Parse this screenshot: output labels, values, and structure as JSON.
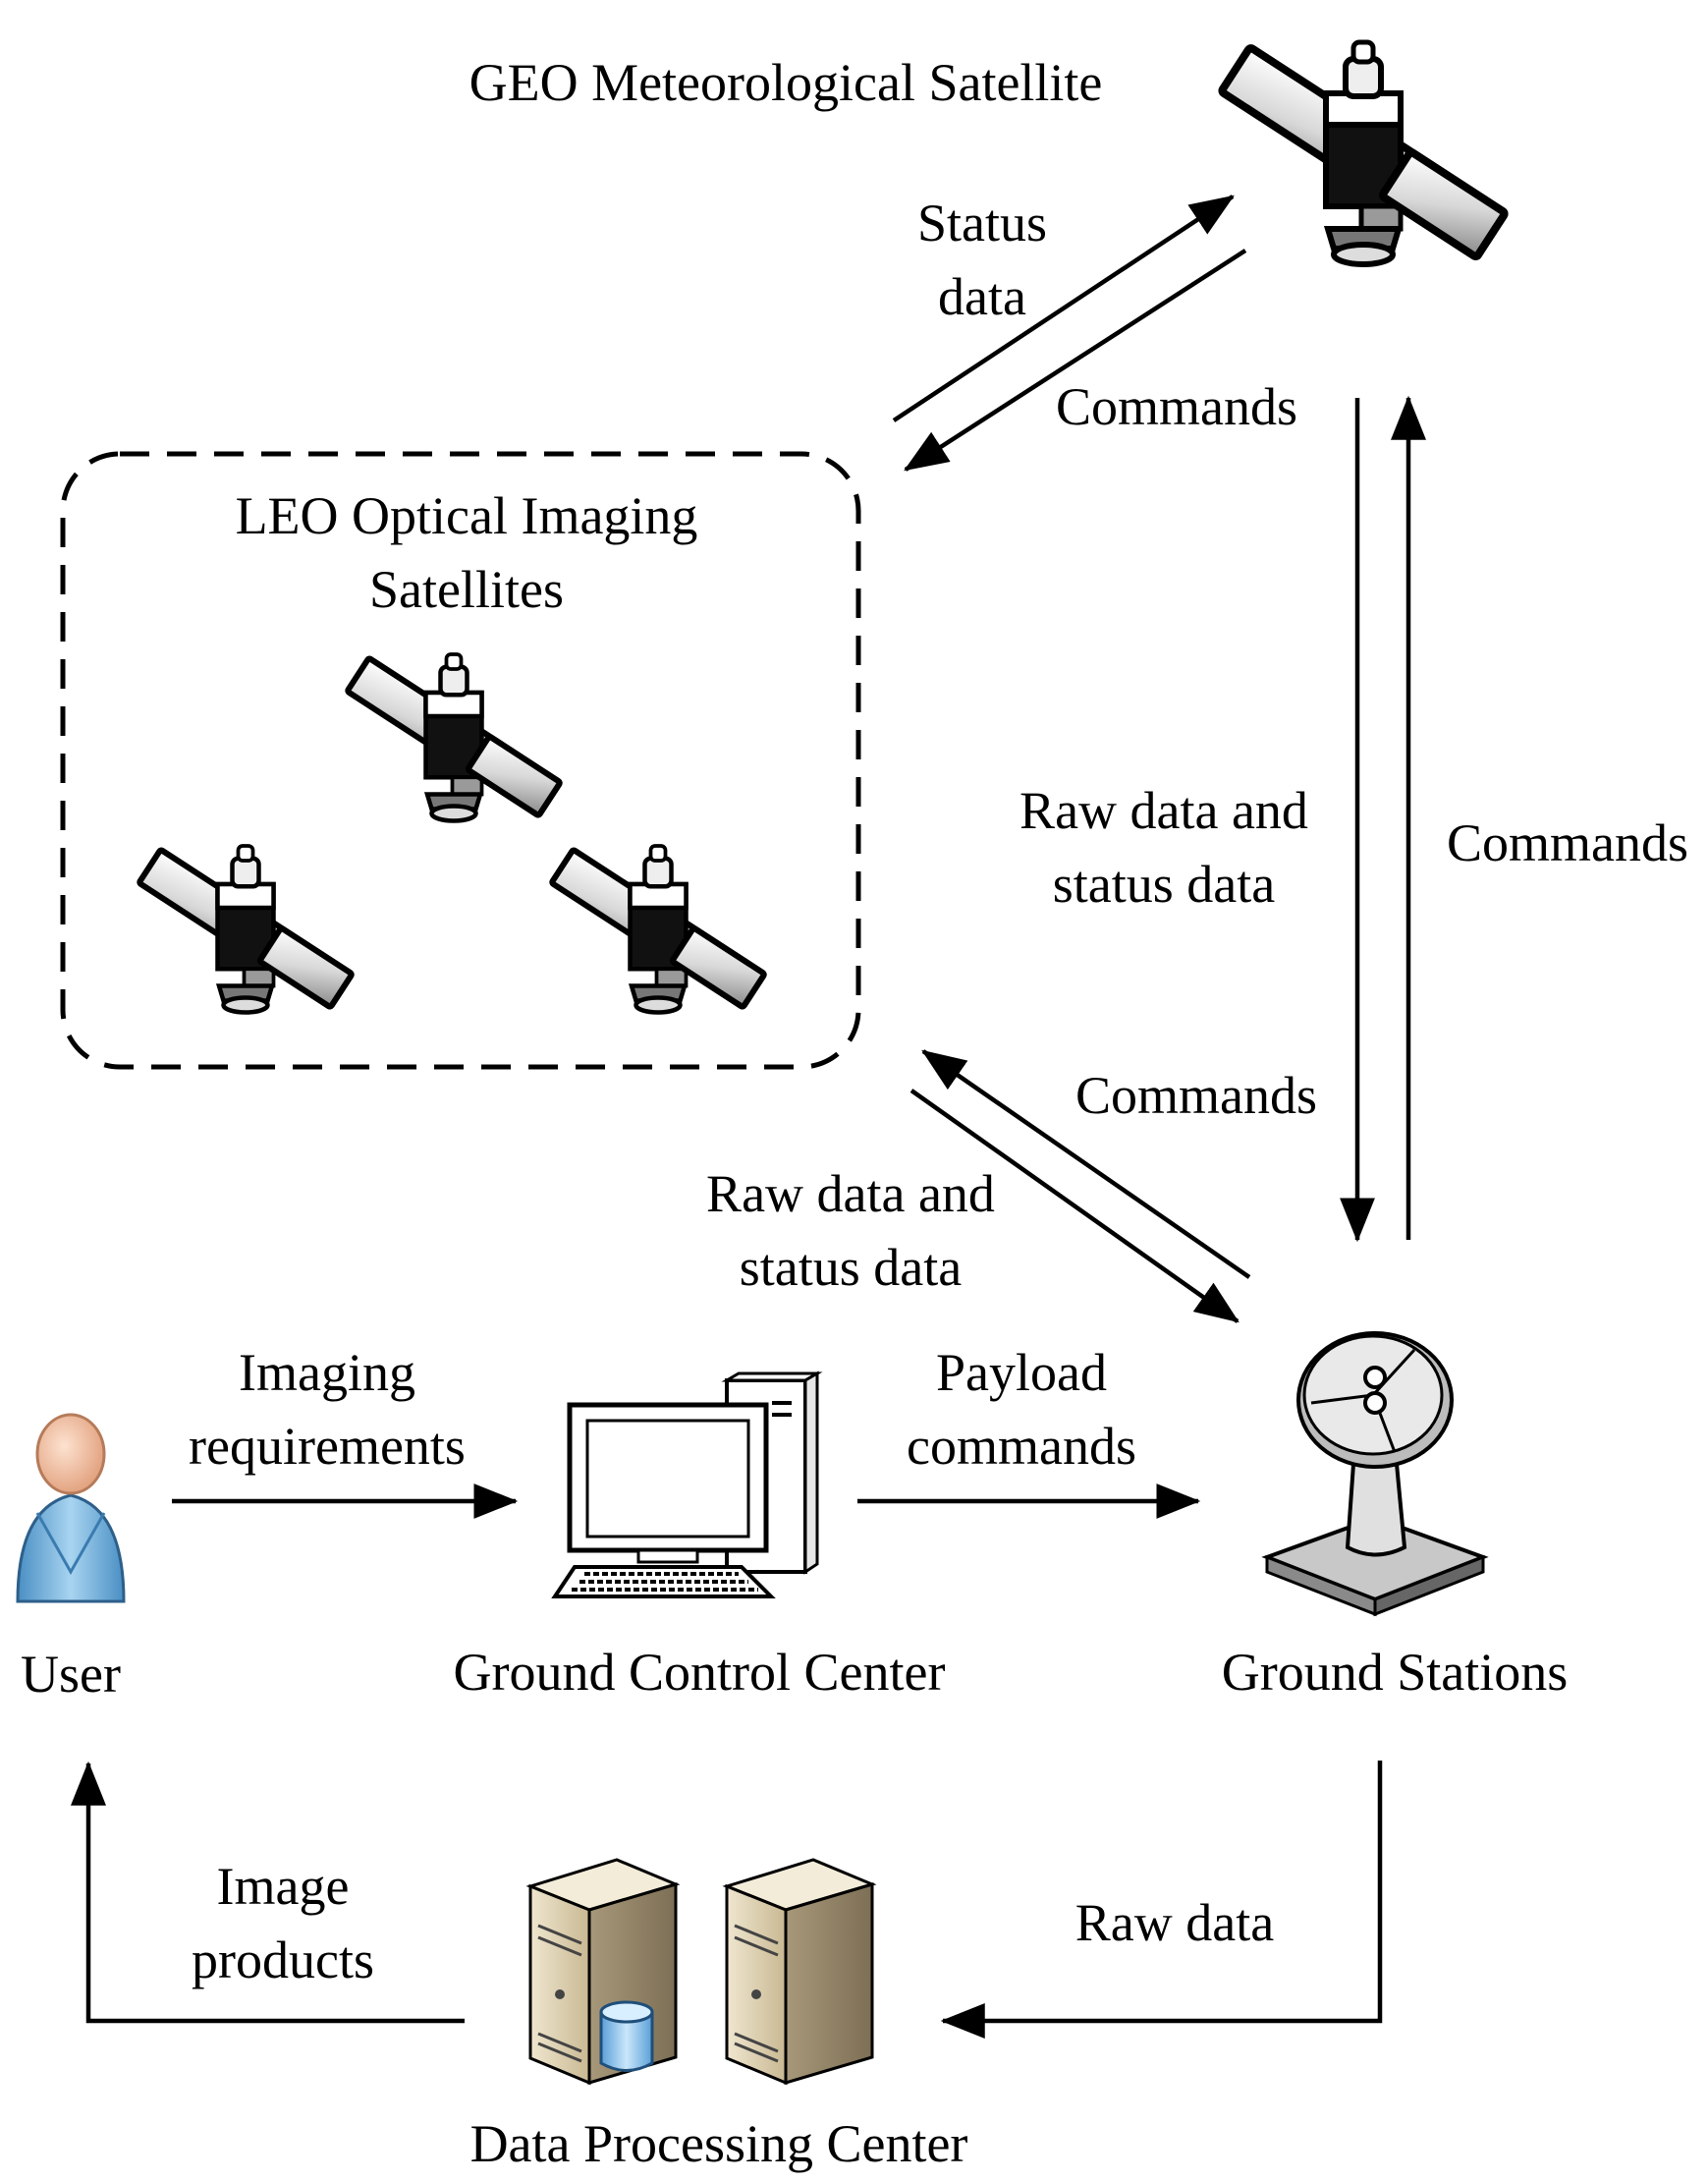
{
  "nodes": {
    "geo": "GEO Meteorological Satellite",
    "leo_line1": "LEO Optical Imaging",
    "leo_line2": "Satellites",
    "user": "User",
    "gcc": "Ground Control Center",
    "gs": "Ground Stations",
    "dpc": "Data Processing Center"
  },
  "edges": {
    "status_data_1": "Status",
    "status_data_2": "data",
    "commands_geo_leo": "Commands",
    "commands_gs_geo": "Commands",
    "rawstatus_leo_geo_1": "Raw data and",
    "rawstatus_leo_geo_2": "status data",
    "commands_gs_leo": "Commands",
    "rawstatus_leo_gs_1": "Raw data and",
    "rawstatus_leo_gs_2": "status data",
    "imaging_1": "Imaging",
    "imaging_2": "requirements",
    "payload_1": "Payload",
    "payload_2": "commands",
    "image_products_1": "Image",
    "image_products_2": "products",
    "raw_data": "Raw data"
  },
  "icons": [
    "satellite-icon",
    "user-icon",
    "computer-icon",
    "dish-antenna-icon",
    "server-icon",
    "database-icon"
  ]
}
